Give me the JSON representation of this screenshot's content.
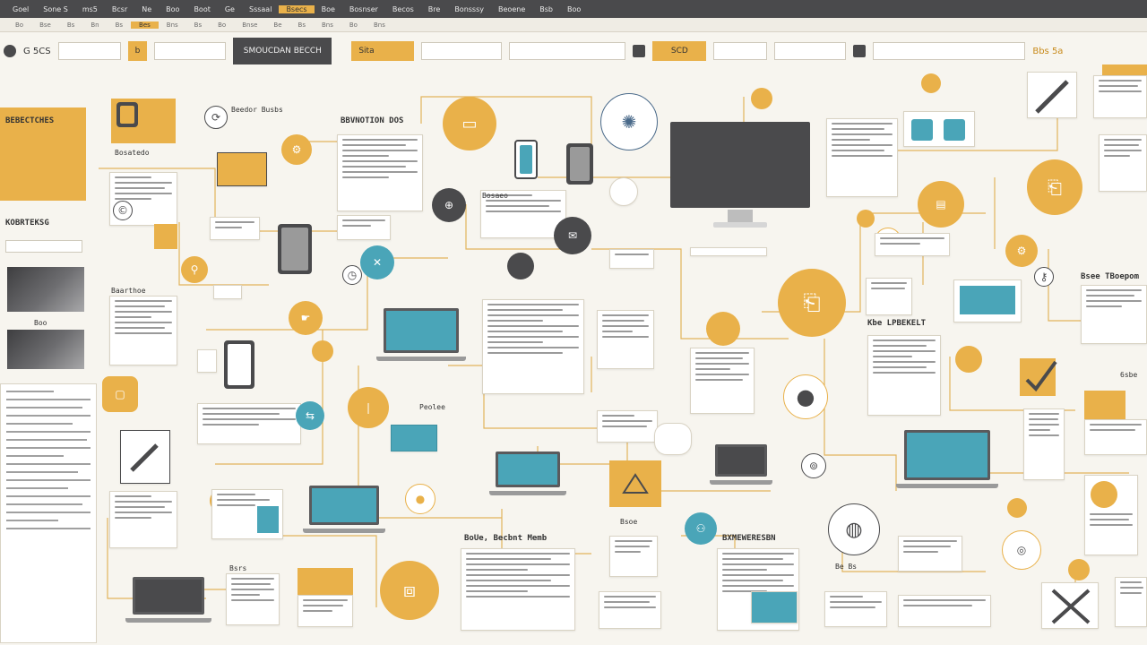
{
  "colors": {
    "accent": "#e9b14a",
    "dark": "#4a4a4c",
    "teal": "#4aa5b8",
    "background": "#f7f5ef"
  },
  "menubar": {
    "items": [
      "Goel",
      "Sone S",
      "ms5",
      "Bcsr",
      "Ne",
      "Boo",
      "Boot",
      "Ge",
      "Sssaal",
      "Bsecs",
      "Boe",
      "Bosnser",
      "Becos",
      "Bre",
      "Bonsssy",
      "Beoene",
      "Bsb",
      "Boo"
    ],
    "accent_index": 9
  },
  "strip": {
    "items": [
      "Bo",
      "Bse",
      "Bs",
      "Bn",
      "Bs",
      "Bes",
      "Bns",
      "Bs",
      "Bo",
      "Bnse",
      "Be",
      "Bs",
      "Bns",
      "Bo",
      "Bns"
    ],
    "on_index": 5
  },
  "toolbar": {
    "field_left": "G 5CS",
    "button_gold": "b",
    "button_dark": "SMOUCDAN BECCH",
    "tab_label": "Sita",
    "input_1": "",
    "input_2": "",
    "button_gold_2": "SCD",
    "input_3": "",
    "right_label": "Bbs 5a"
  },
  "canvas": {
    "headings": {
      "h1": "BEBECTCHES",
      "h2": "KOBRTEKSG",
      "h3": "BBVNOTION DOS",
      "h4": "BoUe, Becbnt Memb",
      "h5": "Bsee TBoepom",
      "h6": "Kbe LPBEKELT",
      "h7": "BXMEWERESBN"
    },
    "small_labels": [
      "Beedor Busbs",
      "Bosatedo",
      "Baarthoe",
      "Bsrs",
      "Bsoe",
      "Peolee",
      "Bosaeo",
      "6sbe",
      "Boo",
      "Be Bs"
    ]
  }
}
